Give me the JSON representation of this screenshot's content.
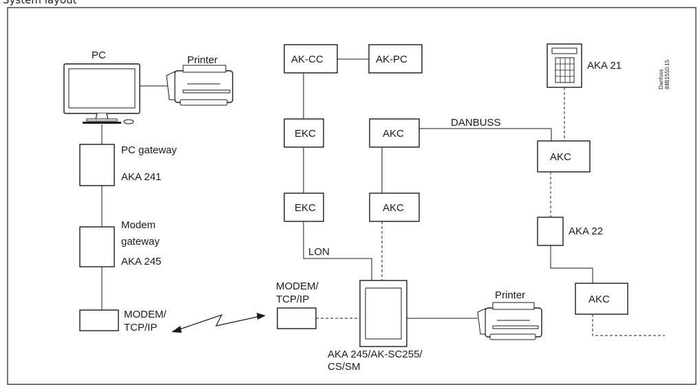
{
  "header": {
    "title": "System layout"
  },
  "nodes": {
    "pc": "PC",
    "printer_top": "Printer",
    "pc_gateway": "PC gateway",
    "aka241": "AKA 241",
    "modem_gateway_1": "Modem",
    "modem_gateway_2": "gateway",
    "aka245": "AKA 245",
    "modem_left_1": "MODEM/",
    "modem_left_2": "TCP/IP",
    "modem_mid_1": "MODEM/",
    "modem_mid_2": "TCP/IP",
    "akcc": "AK-CC",
    "akpc": "AK-PC",
    "ekc1": "EKC",
    "ekc2": "EKC",
    "akc1": "AKC",
    "akc2": "AKC",
    "akc3": "AKC",
    "akc4": "AKC",
    "aka21": "AKA 21",
    "aka22": "AKA 22",
    "danbuss": "DANBUSS",
    "lon": "LON",
    "controller_1": "AKA 245/AK-SC255/",
    "controller_2": "CS/SM",
    "printer_bottom": "Printer",
    "ref_1": "Danfoss",
    "ref_2": "84B1550.15"
  }
}
